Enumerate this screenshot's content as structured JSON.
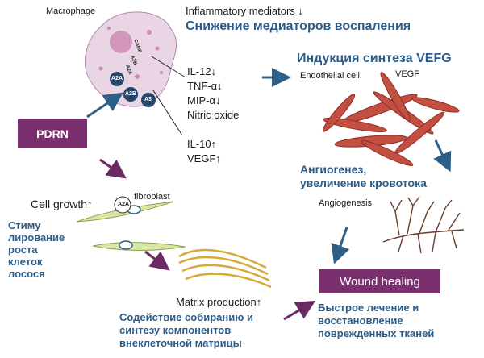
{
  "macrophage": {
    "label": "Macrophage",
    "receptor_labels": [
      "CAMP",
      "A2B",
      "A2A"
    ],
    "circle_labels": [
      "A2A",
      "A2B",
      "A3"
    ]
  },
  "inflammatory": {
    "label": "Inflammatory mediators ↓",
    "ru": "Снижение медиаторов воспаления"
  },
  "cytokines": [
    "IL-12↓",
    "TNF-α↓",
    "MIP-α↓",
    "Nitric oxide"
  ],
  "upregulated": [
    "IL-10↑",
    "VEGF↑"
  ],
  "vegf_induction": "Индукция синтеза VEFG",
  "endothelial": {
    "label": "Endothelial cell",
    "vegf": "VEGF"
  },
  "angiogenesis_ru": [
    "Ангиогенез,",
    "увеличение кровотока"
  ],
  "angiogenesis_en": "Angiogenesis",
  "pdrn": "PDRN",
  "cell_growth": "Cell growth↑",
  "fibroblast": {
    "label": "fibroblast",
    "receptor": "A2A"
  },
  "growth_ru": [
    "Стиму",
    "лирование",
    "роста",
    "клеток",
    "лосося"
  ],
  "matrix_production": "Matrix production↑",
  "matrix_ru": [
    "Содействие собиранию и",
    "синтезу компонентов",
    "внеклеточной матрицы"
  ],
  "wound_healing": "Wound healing",
  "healing_ru": [
    "Быстрое лечение и",
    "восстановление",
    "поврежденных тканей"
  ],
  "colors": {
    "accent_purple": "#7a2f6f",
    "text_blue": "#2b5c8a",
    "arrow_blue": "#2e5f86",
    "cell_red": "#a5372f"
  }
}
